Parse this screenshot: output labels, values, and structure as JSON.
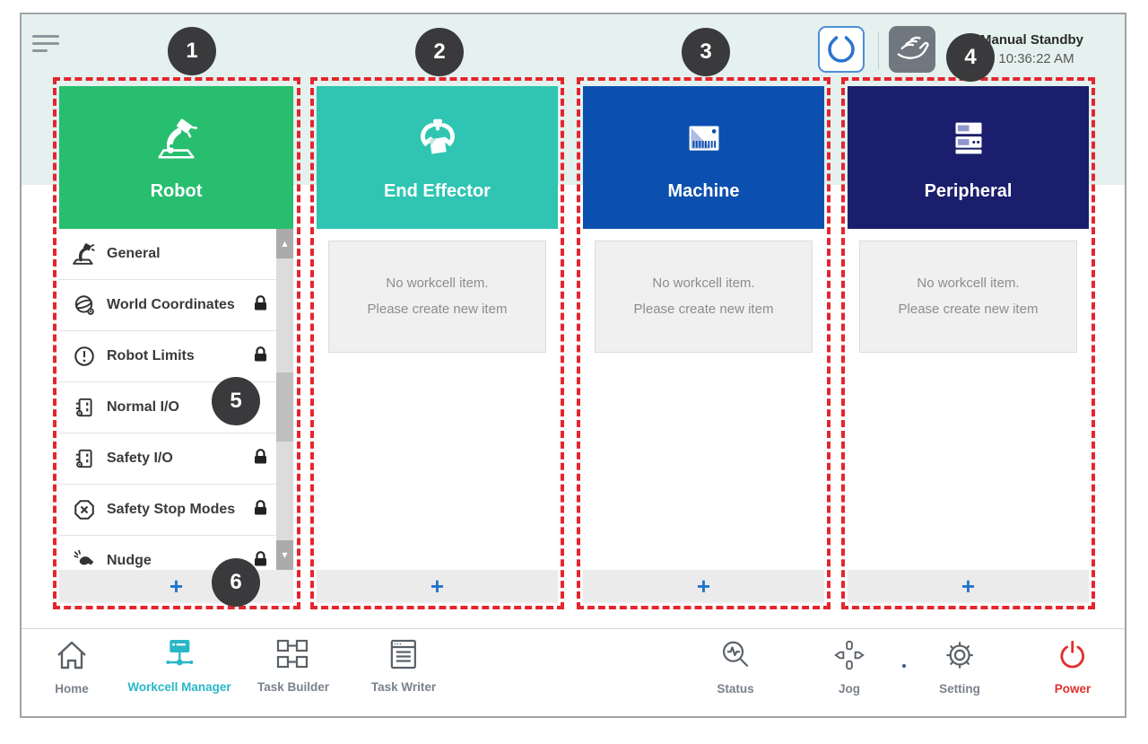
{
  "topbar": {
    "status_title": "Manual Standby",
    "status_datetime": "2.22 10:36:22 AM"
  },
  "columns": {
    "robot": {
      "title": "Robot",
      "items": [
        {
          "label": "General",
          "locked": false
        },
        {
          "label": "World Coordinates",
          "locked": true
        },
        {
          "label": "Robot Limits",
          "locked": true
        },
        {
          "label": "Normal I/O",
          "locked": false
        },
        {
          "label": "Safety I/O",
          "locked": true
        },
        {
          "label": "Safety Stop Modes",
          "locked": true
        },
        {
          "label": "Nudge",
          "locked": true
        }
      ],
      "add_label": "+"
    },
    "end_effector": {
      "title": "End Effector",
      "empty_line1": "No workcell item.",
      "empty_line2": "Please create new item",
      "add_label": "+"
    },
    "machine": {
      "title": "Machine",
      "empty_line1": "No workcell item.",
      "empty_line2": "Please create new item",
      "add_label": "+"
    },
    "peripheral": {
      "title": "Peripheral",
      "empty_line1": "No workcell item.",
      "empty_line2": "Please create new item",
      "add_label": "+"
    }
  },
  "nav": {
    "home": "Home",
    "workcell_manager": "Workcell Manager",
    "task_builder": "Task Builder",
    "task_writer": "Task Writer",
    "status": "Status",
    "jog": "Jog",
    "setting": "Setting",
    "power": "Power"
  },
  "annotations": {
    "c1": "1",
    "c2": "2",
    "c3": "3",
    "c4": "4",
    "c5": "5",
    "c6": "6"
  },
  "icons": {
    "scroll_up": "▲",
    "scroll_down": "▼"
  },
  "colors": {
    "robot_header": "#27BE70",
    "end_effector_header": "#2FC5B2",
    "machine_header": "#0C50AF",
    "peripheral_header": "#1A1E6C",
    "active_nav": "#29B7C8",
    "power": "#E0302D",
    "annotation_red": "#E5252E",
    "add_plus_blue": "#2476CC",
    "top_band_mint": "#E4F1EE"
  }
}
